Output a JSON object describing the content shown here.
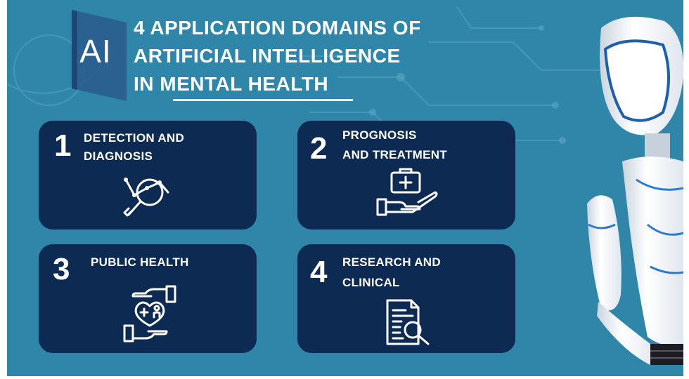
{
  "badge": {
    "text": "AI"
  },
  "title": {
    "line1": "4 APPLICATION DOMAINS OF",
    "line2": "ARTIFICIAL INTELLIGENCE",
    "line3": "IN MENTAL HEALTH"
  },
  "domains": [
    {
      "number": "1",
      "line1": "DETECTION AND",
      "line2": "DIAGNOSIS",
      "icon": "magnifier-chart-icon"
    },
    {
      "number": "2",
      "line1": "PROGNOSIS",
      "line2": "AND TREATMENT",
      "icon": "hand-medical-kit-icon"
    },
    {
      "number": "3",
      "line1": "PUBLIC HEALTH",
      "line2": "",
      "icon": "hands-heart-people-icon"
    },
    {
      "number": "4",
      "line1": "RESEARCH AND",
      "line2": "CLINICAL",
      "icon": "document-search-icon"
    }
  ],
  "colors": {
    "background": "#2f86a8",
    "card": "#0c2a52",
    "text": "#ffffff"
  }
}
